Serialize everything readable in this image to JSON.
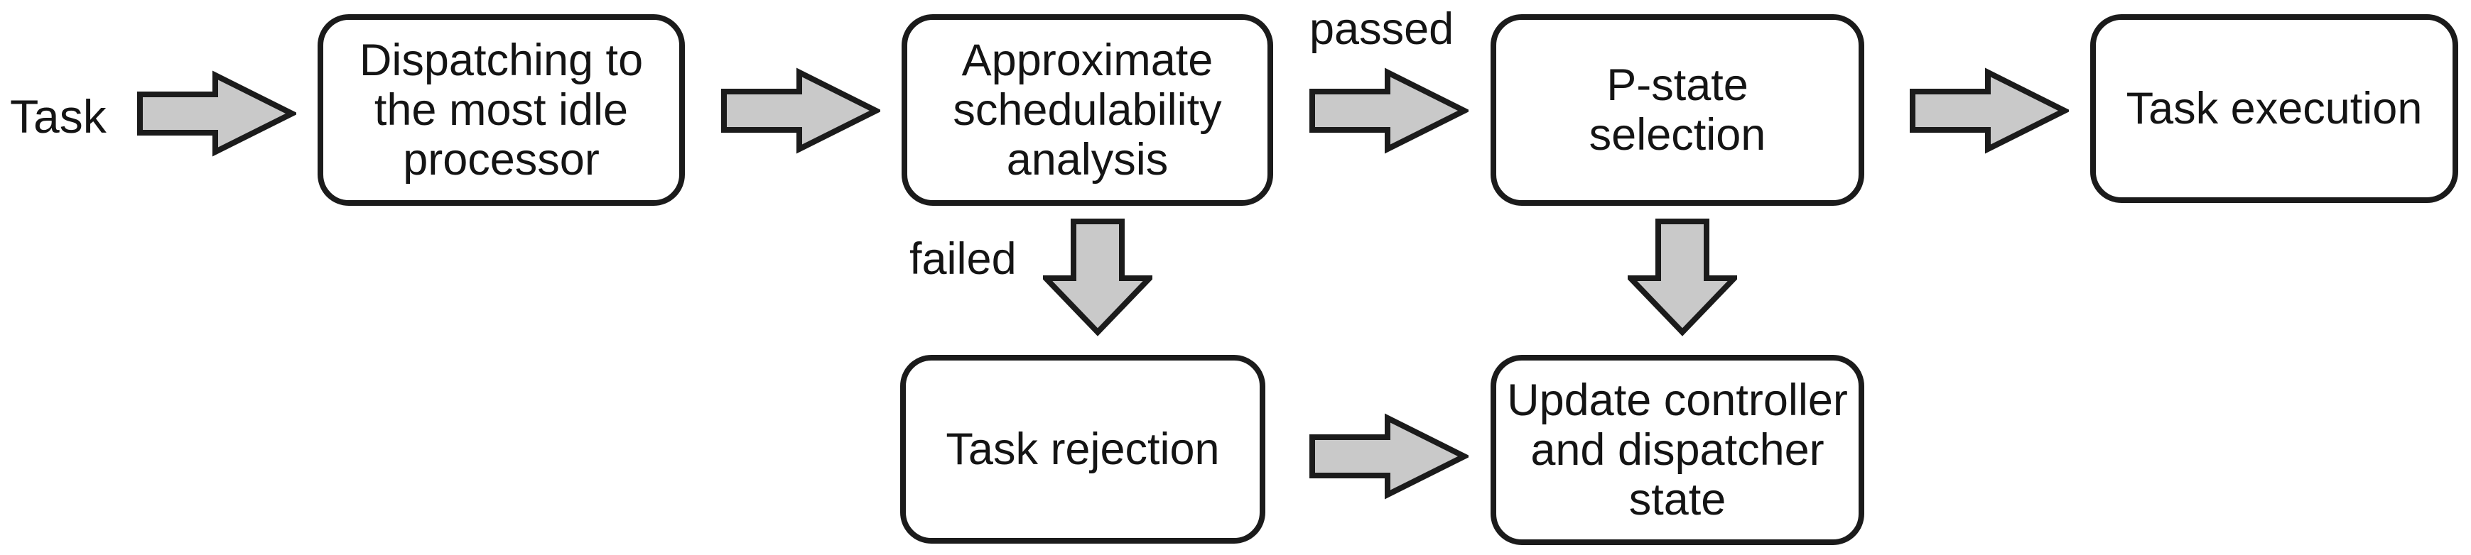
{
  "diagram": {
    "start_label": "Task",
    "nodes": [
      {
        "id": "dispatch",
        "label": "Dispatching to\nthe most idle\nprocessor"
      },
      {
        "id": "analysis",
        "label": "Approximate\nschedulability\nanalysis"
      },
      {
        "id": "pstate",
        "label": "P-state\nselection"
      },
      {
        "id": "execution",
        "label": "Task execution"
      },
      {
        "id": "rejection",
        "label": "Task rejection"
      },
      {
        "id": "update",
        "label": "Update controller\nand dispatcher\nstate"
      }
    ],
    "edge_labels": {
      "passed": "passed",
      "failed": "failed"
    },
    "edges": [
      {
        "from": "Task",
        "to": "dispatch",
        "label": ""
      },
      {
        "from": "dispatch",
        "to": "analysis",
        "label": ""
      },
      {
        "from": "analysis",
        "to": "pstate",
        "label": "passed"
      },
      {
        "from": "analysis",
        "to": "rejection",
        "label": "failed"
      },
      {
        "from": "pstate",
        "to": "execution",
        "label": ""
      },
      {
        "from": "pstate",
        "to": "update",
        "label": ""
      },
      {
        "from": "rejection",
        "to": "update",
        "label": ""
      }
    ],
    "colors": {
      "arrow_fill": "#c9c9c9",
      "outline": "#1b1b1b",
      "box_fill": "#ffffff",
      "text": "#141414",
      "background": "#ffffff"
    }
  }
}
